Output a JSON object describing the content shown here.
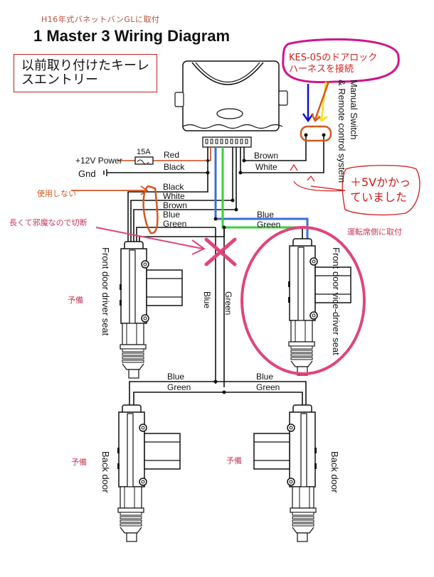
{
  "header": {
    "subtitle": "H16年式バネットバンGLに取付",
    "title": "1 Master 3 Wiring Diagram",
    "note_box": "以前取り付けたキーレスエントリー"
  },
  "annotations": {
    "kes05_bubble_line1": "KES-05のドアロック",
    "kes05_bubble_line2": "ハーネスを接続",
    "voltage_line1": "＋5Vかかっ",
    "voltage_line2": "ていました",
    "unused": "使用しない",
    "cut": "長くて邪魔なので切断",
    "installed_driver_side": "運転席側に取付",
    "spare": "予備"
  },
  "wiring": {
    "power": "+12V Power",
    "fuse": "15A",
    "gnd": "Gnd",
    "red": "Red",
    "black": "Black",
    "brown": "Brown",
    "white": "White",
    "blue": "Blue",
    "green": "Green",
    "manual_switch": "Manual Switch",
    "remote_control": "& Remote control system"
  },
  "actuators": {
    "front_driver": "Front door driver seat",
    "front_vice": "Front door vice-driver seat",
    "back_left": "Back door",
    "back_right": "Back door"
  },
  "colors": {
    "annotation_red": "#d01818",
    "marker_pink": "#e0457a",
    "bubble_magenta": "#d0148c",
    "orange": "#d2581e",
    "wire_blue": "#3a6fd8",
    "wire_green": "#3ccf3c"
  }
}
